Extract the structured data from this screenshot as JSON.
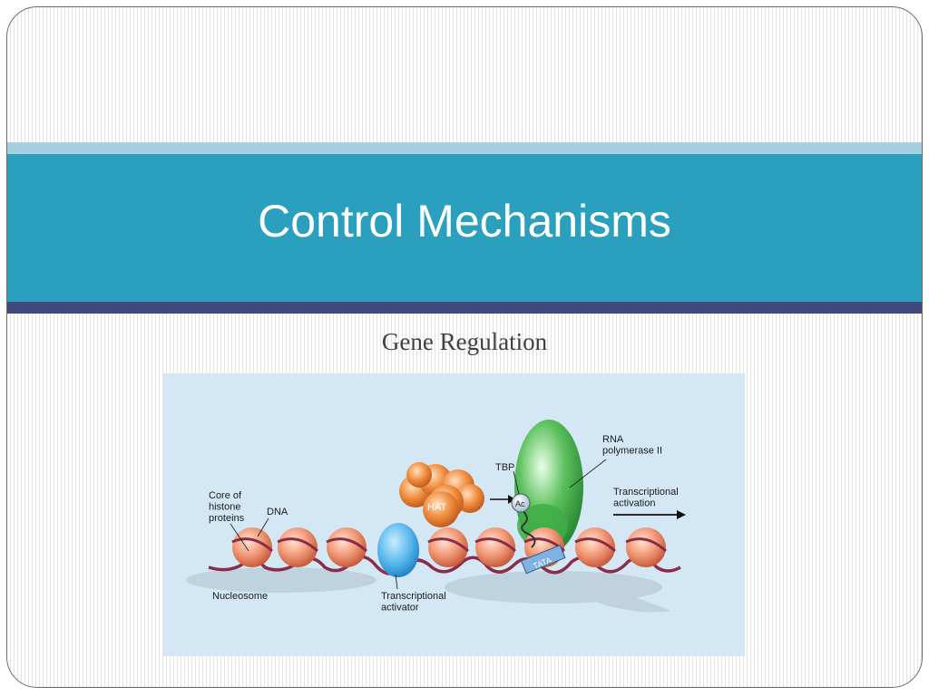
{
  "slide": {
    "title": "Control Mechanisms",
    "subtitle": "Gene Regulation"
  },
  "figure": {
    "labels": {
      "core_histone": [
        "Core of",
        "histone",
        "proteins"
      ],
      "dna": "DNA",
      "nucleosome": "Nucleosome",
      "activator": [
        "Transcriptional",
        "activator"
      ],
      "hat": "HAT",
      "tbp": "TBP",
      "ac": "Ac",
      "tata": "TATA",
      "rna_pol": [
        "RNA",
        "polymerase II"
      ],
      "activation": [
        "Transcriptional",
        "activation"
      ]
    }
  },
  "colors": {
    "title_band": "#2aa0be",
    "light_band": "#a8cfe0",
    "dark_band": "#41497a",
    "figure_bg": "#d3e8f4",
    "nucleosome": "#f0a080",
    "dna": "#8a2c4a",
    "activator": "#55b6ea",
    "hat": "#e07a30",
    "polymerase": "#2e9a3a"
  }
}
